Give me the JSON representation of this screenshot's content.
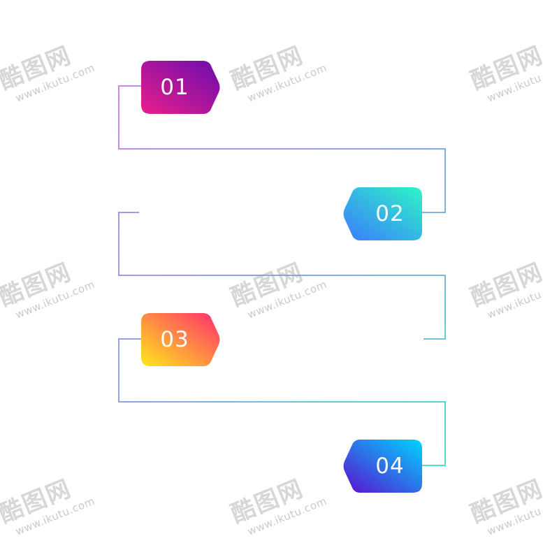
{
  "steps": [
    {
      "label": "01",
      "colors": [
        "#e91e8c",
        "#6a0dad"
      ]
    },
    {
      "label": "02",
      "colors": [
        "#2ef5c6",
        "#3a7bfd"
      ]
    },
    {
      "label": "03",
      "colors": [
        "#ffe81a",
        "#ff2d6f"
      ]
    },
    {
      "label": "04",
      "colors": [
        "#00d4ff",
        "#5a0fcf"
      ]
    }
  ],
  "connector_colors": {
    "left": "#c07ce8",
    "right": "#4fdcc9"
  },
  "watermark": {
    "logo": "酷图网",
    "url": "www.ikutu.com"
  }
}
